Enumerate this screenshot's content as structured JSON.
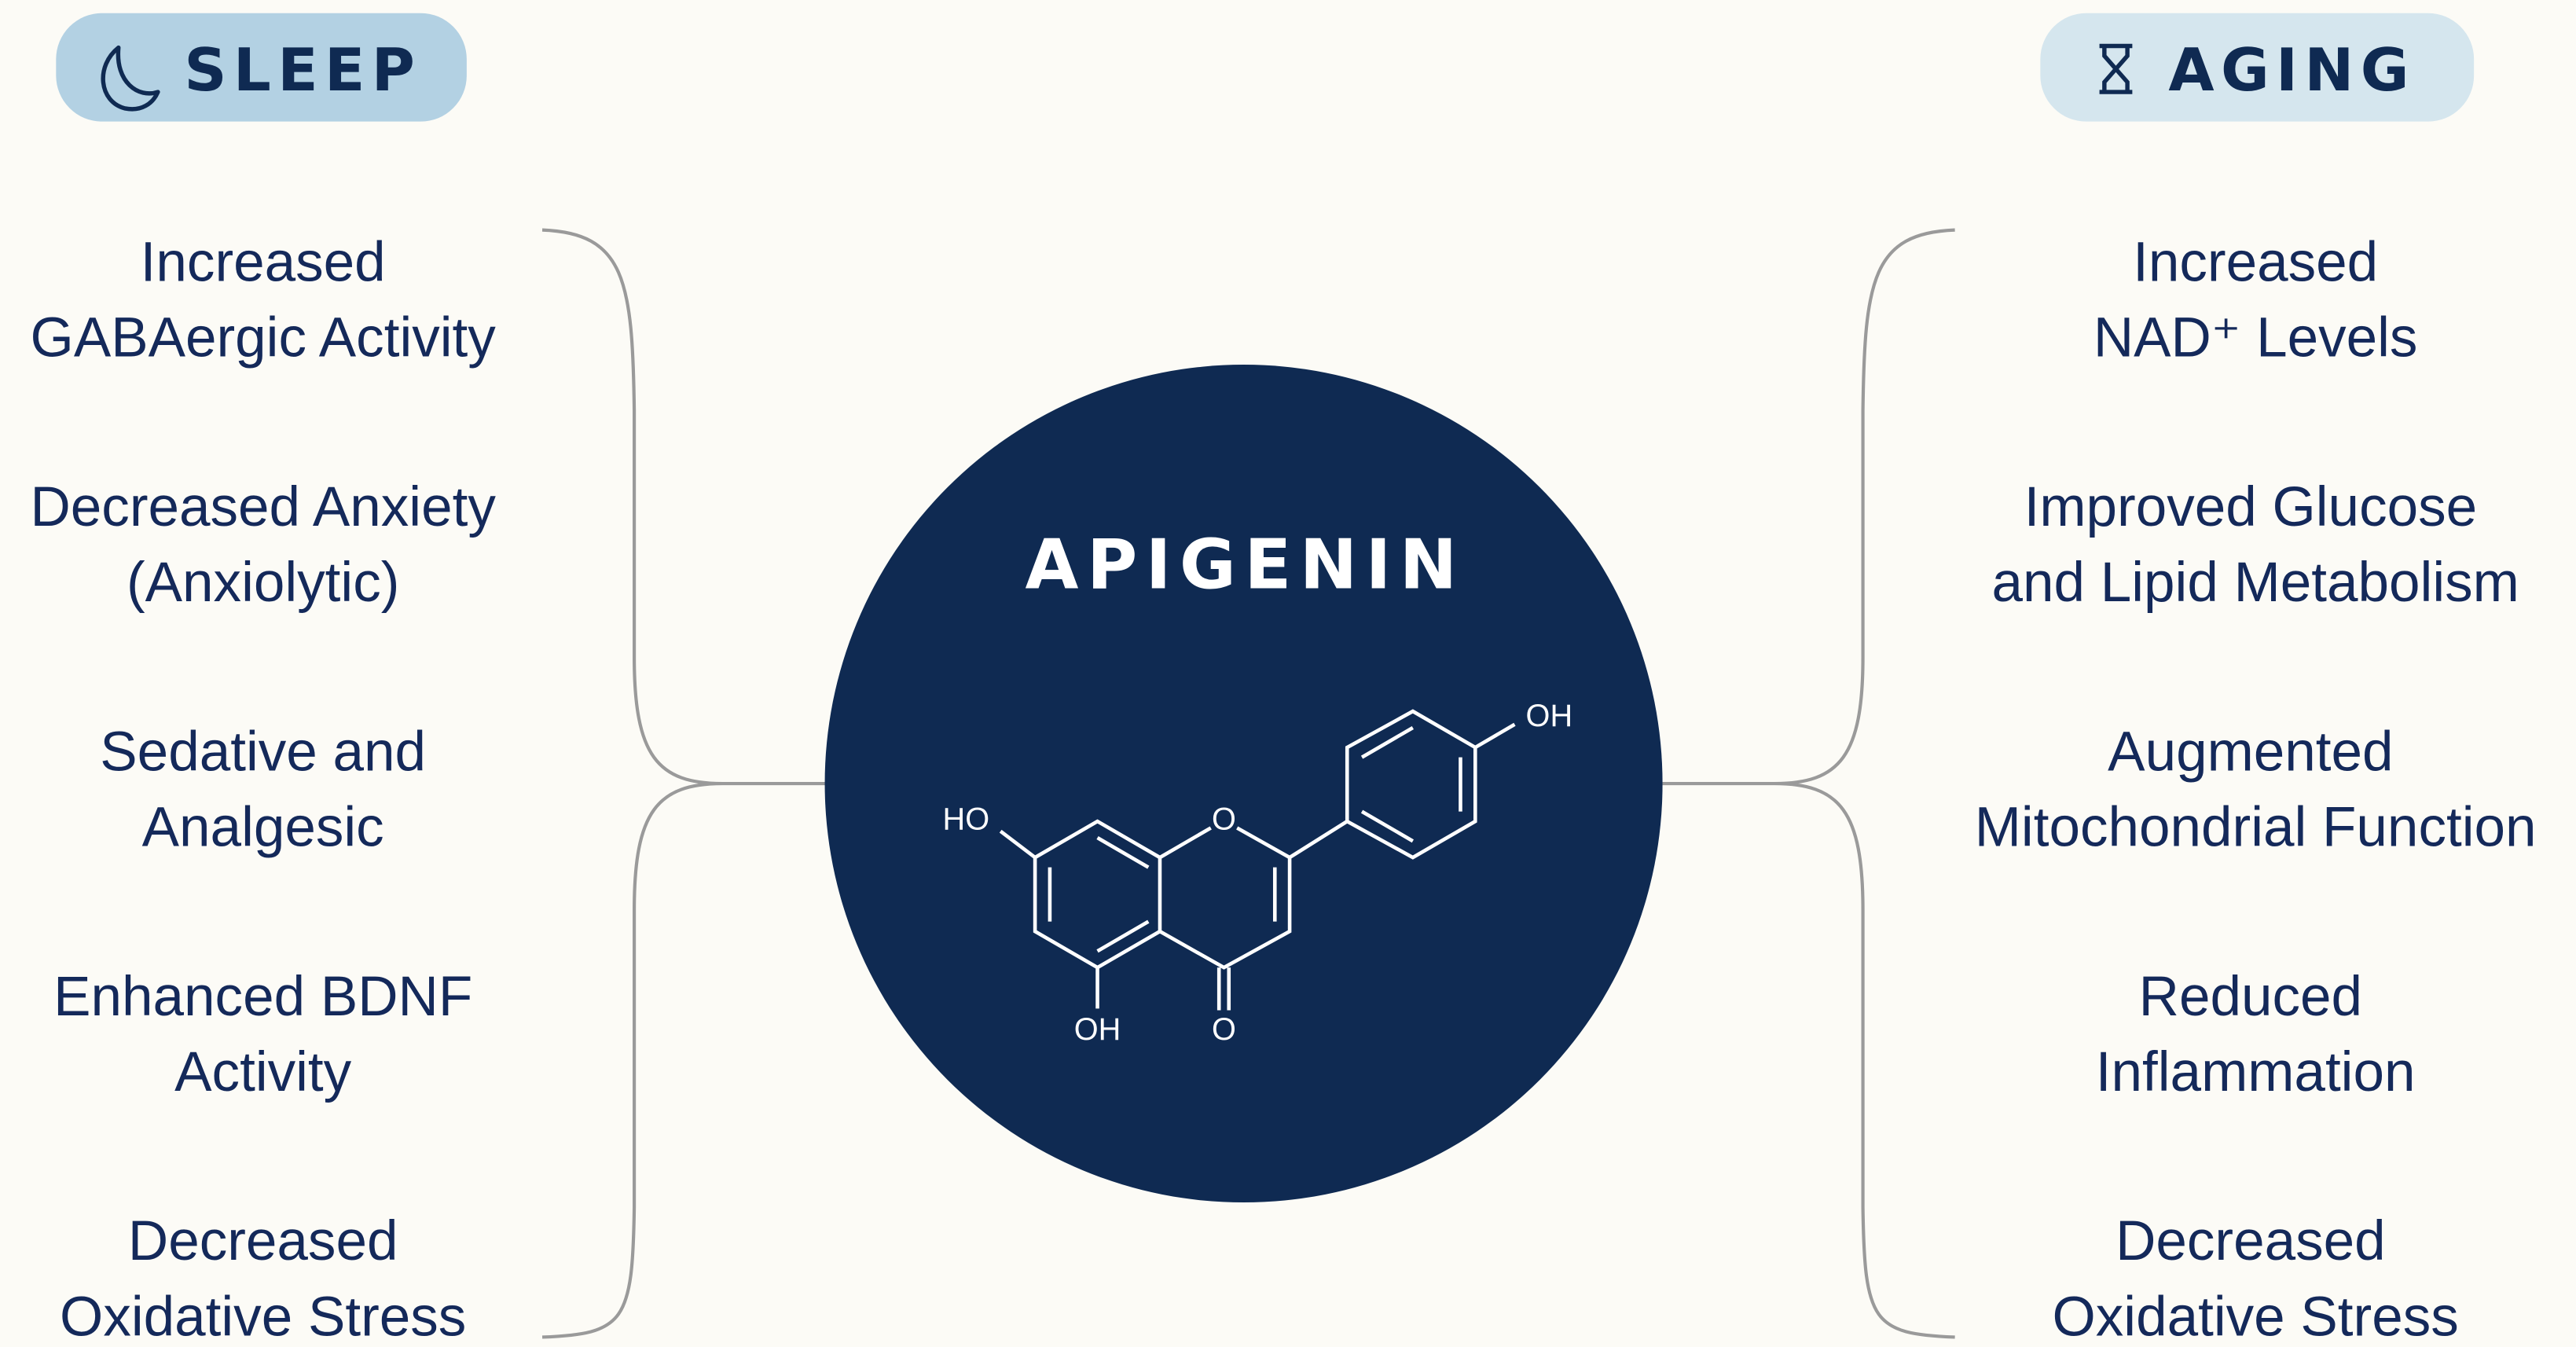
{
  "colors": {
    "background": "#fcfbf6",
    "navy": "#0f2a52",
    "sleep_pill": "#b3d1e3",
    "aging_pill": "#d5e6ee",
    "connector": "#9a9a9a"
  },
  "sleep": {
    "label": "SLEEP",
    "icon": "moon-icon",
    "items": [
      {
        "line1": "Increased",
        "line2": "GABAergic Activity"
      },
      {
        "line1": "Decreased Anxiety",
        "line2": "(Anxiolytic)"
      },
      {
        "line1": "Sedative and",
        "line2": "Analgesic"
      },
      {
        "line1": "Enhanced BDNF",
        "line2": "Activity"
      },
      {
        "line1": "Decreased",
        "line2": "Oxidative Stress"
      }
    ]
  },
  "aging": {
    "label": "AGING",
    "icon": "hourglass-icon",
    "items": [
      {
        "line1": "Increased",
        "line2": "NAD⁺ Levels"
      },
      {
        "line1": "Improved Glucose",
        "line2": "and Lipid Metabolism"
      },
      {
        "line1": "Augmented",
        "line2": "Mitochondrial Function"
      },
      {
        "line1": "Reduced",
        "line2": "Inflammation"
      },
      {
        "line1": "Decreased",
        "line2": "Oxidative Stress"
      }
    ]
  },
  "center": {
    "title": "APIGENIN",
    "atoms": {
      "ho_7": "HO",
      "o_ring": "O",
      "oh_4prime": "OH",
      "oh_5": "OH",
      "o_carbonyl": "O"
    }
  }
}
